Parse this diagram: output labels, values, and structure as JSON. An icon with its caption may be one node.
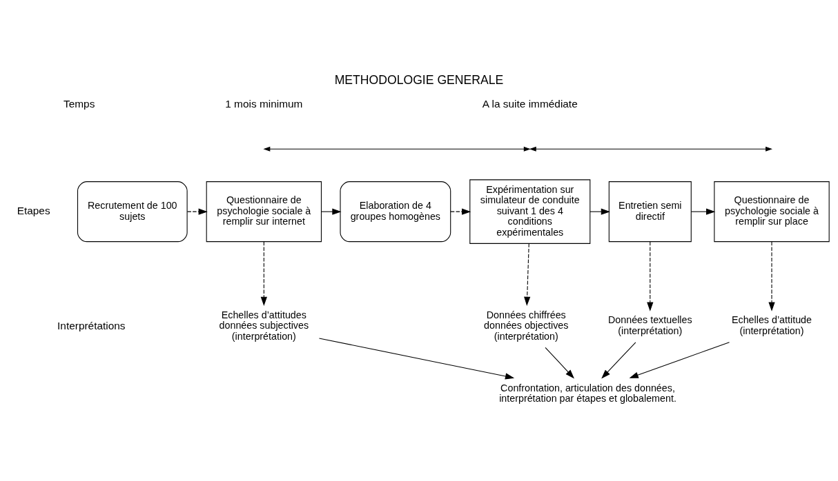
{
  "diagram": {
    "title": "METHODOLOGIE GENERALE",
    "nodes": [
      {
        "text": [
          "Recrutement de 100 sujets"
        ]
      },
      {
        "text": [
          "Questionnaire de psychologie sociale à remplir sur internet"
        ]
      },
      {
        "text": [
          "Elaboration de 4 groupes homogènes"
        ]
      },
      {
        "text": [
          "Expérimentation sur simulateur de conduite suivant 1 des 4 conditions expérimentales"
        ]
      },
      {
        "text": [
          "Entretien semi directif"
        ]
      },
      {
        "text": [
          "Questionnaire de psychologie sociale à remplir sur place"
        ]
      },
      {
        "text": [
          "Echelles d’attitudes données subjectives (interprétation)"
        ]
      },
      {
        "text": [
          "Données chiffrées données objectives (interprétation)"
        ]
      },
      {
        "text": [
          "Données textuelles (interprétation)"
        ]
      },
      {
        "text": [
          "Echelles d’attitude (interprétation)"
        ]
      },
      {
        "text": [
          "Confrontation, articulation des données, interprétation par étapes et globalement."
        ]
      }
    ],
    "edges": [
      {
        "from": 0,
        "to": 1,
        "arrow": "to",
        "style": "dashed"
      },
      {
        "from": 1,
        "to": 2,
        "arrow": "to"
      },
      {
        "from": 2,
        "to": 3,
        "arrow": "to",
        "style": "dashed"
      },
      {
        "from": 3,
        "to": 4,
        "arrow": "to"
      },
      {
        "from": 4,
        "to": 5,
        "arrow": "to"
      },
      {
        "from": 1,
        "to": 6,
        "arrow": "to",
        "style": "dashed"
      },
      {
        "from": 3,
        "to": 7,
        "arrow": "to",
        "style": "dashed"
      },
      {
        "from": 4,
        "to": 8,
        "arrow": "to",
        "style": "dashed"
      },
      {
        "from": 5,
        "to": 9,
        "arrow": "to",
        "style": "dashed"
      },
      {
        "from": 6,
        "to": 10,
        "arrow": "to"
      },
      {
        "from": 7,
        "to": 10,
        "arrow": "to"
      },
      {
        "from": 8,
        "to": 10,
        "arrow": "to"
      },
      {
        "from": 9,
        "to": 10,
        "arrow": "to"
      }
    ],
    "labels": [
      "Temps",
      "1 mois minimum",
      "A la suite immédiate",
      "Etapes",
      "Interprétations"
    ]
  }
}
